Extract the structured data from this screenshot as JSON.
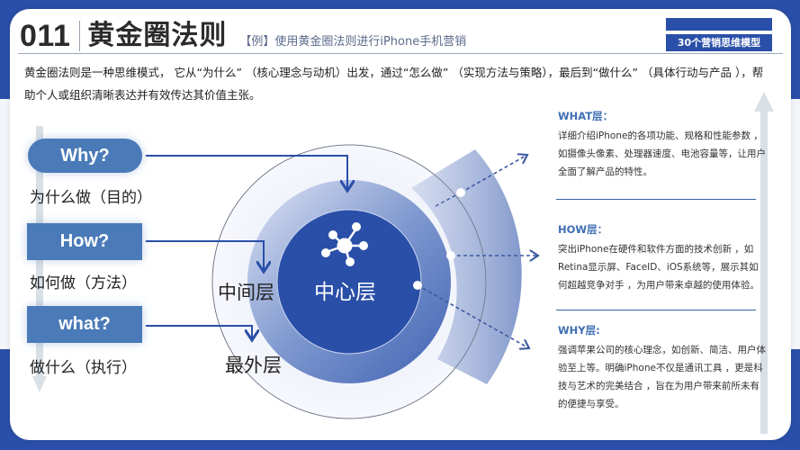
{
  "header": {
    "number": "011",
    "title": "黄金圈法则",
    "subtitle": "【例】使用黄金圈法则进行iPhone手机营销",
    "badge": "30个营销思维模型"
  },
  "intro": "黄金圈法则是一种思维模式， 它从“为什么” （核心理念与动机）出发，通过“怎么做” （实现方法与策略），最后到“做什么” （具体行动与产品 ），帮助个人或组织清晰表达并有效传达其价值主张。",
  "questions": [
    {
      "label": "Why?",
      "desc": "为什么做（目的）"
    },
    {
      "label": "How?",
      "desc": "如何做（方法）"
    },
    {
      "label": "what?",
      "desc": "做什么（执行）"
    }
  ],
  "circle": {
    "center_label": "中心层",
    "center_icon": "network-hub-icon",
    "middle_label": "中间层",
    "outer_label": "最外层"
  },
  "info_panels": [
    {
      "title": "WHAT层：",
      "body": "详细介绍iPhone的各项功能、规格和性能参数 ，如摄像头像素、处理器速度、电池容量等，让用户全面了解产品的特性。"
    },
    {
      "title": "HOW层：",
      "body": "突出iPhone在硬件和软件方面的技术创新 ，如Retina显示屏、FaceID、iOS系统等，展示其如何超越竞争对手 ，为用户带来卓越的使用体验。"
    },
    {
      "title": "WHY层:",
      "body": "强调苹果公司的核心理念，如创新、简洁、用户体验至上等。明确iPhone不仅是通讯工具 ，更是科技与艺术的完美结合 ，旨在为用户带来前所未有的便捷与享受。"
    }
  ],
  "colors": {
    "brand_blue": "#2a4fa8",
    "pill_blue": "#4a7ab8",
    "heading_blue": "#3f6fb3",
    "timeline_gray": "#d9e0e6"
  }
}
